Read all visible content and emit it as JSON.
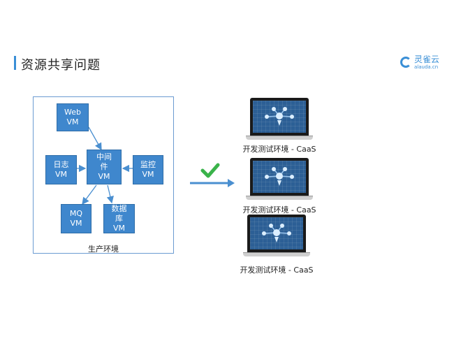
{
  "slide": {
    "title": "资源共享问题",
    "logo": {
      "cn": "灵雀云",
      "en": "alauda.cn"
    }
  },
  "production": {
    "label": "生产环境",
    "nodes": {
      "web": "Web\nVM",
      "middleware": "中间\n件\nVM",
      "log": "日志\nVM",
      "monitor": "监控\nVM",
      "mq": "MQ\nVM",
      "db": "数据\n库\nVM"
    }
  },
  "targets": [
    {
      "caption": "开发测试环境 - CaaS"
    },
    {
      "caption": "开发测试环境 - CaaS"
    },
    {
      "caption": "开发测试环境 - CaaS"
    }
  ],
  "colors": {
    "accent": "#3a8fd6",
    "node": "#3f87cd",
    "check": "#3ab34a"
  }
}
